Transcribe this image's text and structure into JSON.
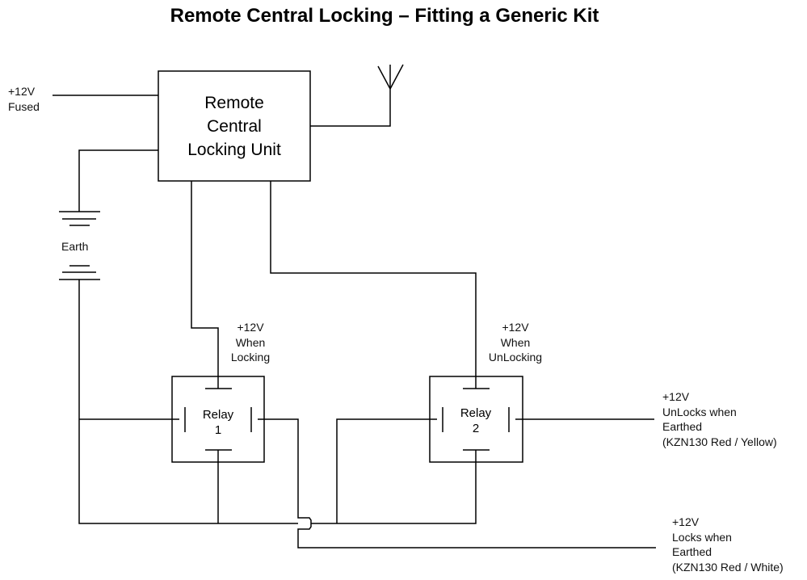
{
  "title": "Remote Central Locking – Fitting a Generic Kit",
  "unit": {
    "line1": "Remote",
    "line2": "Central",
    "line3": "Locking Unit"
  },
  "power_input": {
    "line1": "+12V",
    "line2": "Fused"
  },
  "earth": {
    "label": "Earth"
  },
  "antenna": {
    "icon": "antenna-icon"
  },
  "relays": [
    {
      "line1": "Relay",
      "line2": "1",
      "note": [
        "+12V",
        "When",
        "Locking"
      ]
    },
    {
      "line1": "Relay",
      "line2": "2",
      "note": [
        "+12V",
        "When",
        "UnLocking"
      ]
    }
  ],
  "outputs": [
    {
      "lines": [
        "+12V",
        "UnLocks when",
        "Earthed",
        "(KZN130 Red / Yellow)"
      ]
    },
    {
      "lines": [
        "+12V",
        "Locks when",
        "Earthed",
        "(KZN130 Red / White)"
      ]
    }
  ]
}
